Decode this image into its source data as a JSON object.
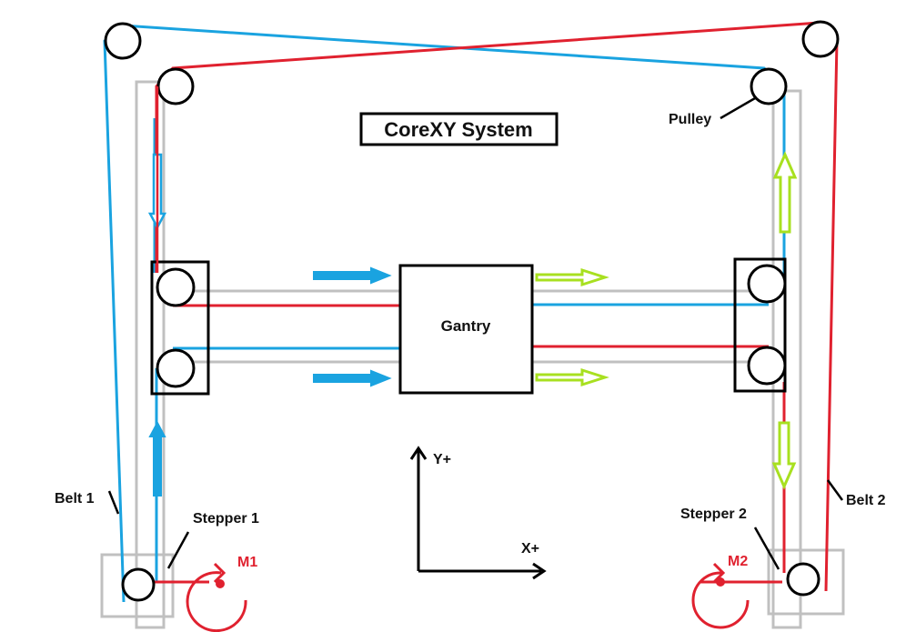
{
  "title": "CoreXY System",
  "labels": {
    "gantry": "Gantry",
    "pulley": "Pulley",
    "belt1": "Belt 1",
    "belt2": "Belt 2",
    "stepper1": "Stepper 1",
    "stepper2": "Stepper 2",
    "motor1": "M1",
    "motor2": "M2",
    "axis_x": "X+",
    "axis_y": "Y+"
  },
  "colors": {
    "belt1": "#1aa3e0",
    "belt2": "#e0212f",
    "frame": "#c0c0c0",
    "motion_arrow": "#a8e020",
    "outline": "#000000"
  }
}
